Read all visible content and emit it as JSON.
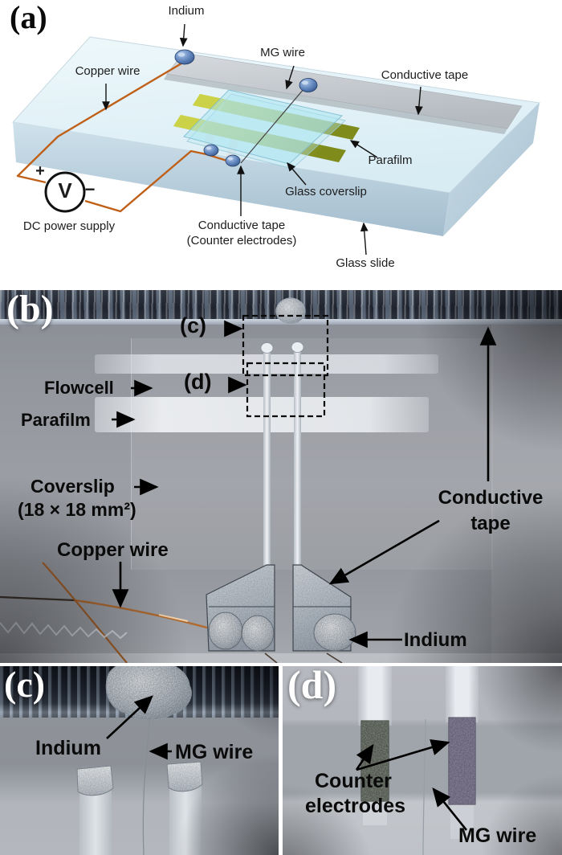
{
  "panel_a": {
    "letter": "(a)",
    "labels": {
      "indium": "Indium",
      "copper_wire": "Copper wire",
      "mg_wire": "MG wire",
      "conductive_tape": "Conductive tape",
      "parafilm": "Parafilm",
      "glass_coverslip": "Glass coverslip",
      "counter_tape_line1": "Conductive tape",
      "counter_tape_line2": "(Counter electrodes)",
      "glass_slide": "Glass slide",
      "dc_power_supply": "DC power supply"
    },
    "voltmeter": {
      "symbol": "V",
      "positive": "+",
      "negative": "−"
    }
  },
  "panel_b": {
    "letter": "(b)",
    "labels": {
      "inset_c": "(c)",
      "inset_d": "(d)",
      "flowcell": "Flowcell",
      "parafilm": "Parafilm",
      "coverslip_line1": "Coverslip",
      "coverslip_line2": "(18 × 18 mm²)",
      "copper_wire": "Copper wire",
      "conductive_tape_line1": "Conductive",
      "conductive_tape_line2": "tape",
      "indium": "Indium"
    }
  },
  "panel_c": {
    "letter": "(c)",
    "labels": {
      "indium": "Indium",
      "mg_wire": "MG wire"
    }
  },
  "panel_d": {
    "letter": "(d)",
    "labels": {
      "counter_line1": "Counter",
      "counter_line2": "electrodes",
      "mg_wire": "MG wire"
    }
  },
  "colors": {
    "copper_wire": "#c06018",
    "indium_ball": "#4a6fad",
    "parafilm": "#a9b12c",
    "coverslip": "#bfe9ef",
    "glass_slide": "#e4f3f8",
    "conductive_tape": "#c7ccd1",
    "photo_background": "#94979e",
    "label_text": "#0a0a0a"
  }
}
